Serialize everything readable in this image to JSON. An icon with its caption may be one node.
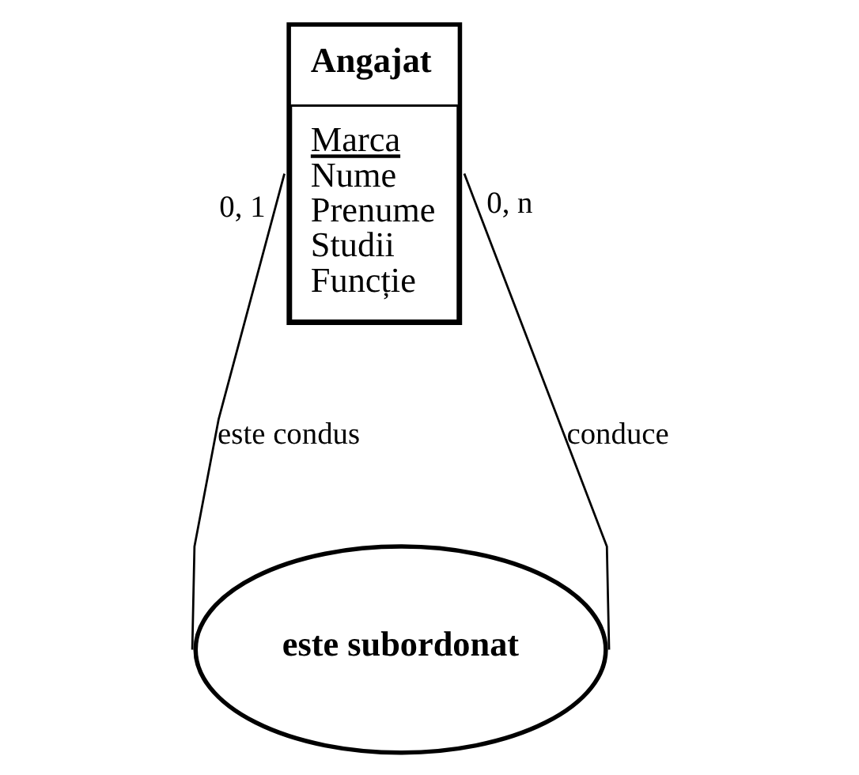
{
  "diagram": {
    "nodes": [
      {
        "text": [
          "Angajat",
          "Marca",
          "Nume",
          "Prenume",
          "Studii",
          "Funcție"
        ]
      },
      {
        "text": [
          "este subordonat"
        ]
      }
    ],
    "edges": [
      {
        "from": 0,
        "to": 1,
        "arrow": "none",
        "label": "este condus"
      },
      {
        "from": 0,
        "to": 1,
        "arrow": "none",
        "label": "conduce"
      }
    ],
    "labels": [
      "0, 1",
      "0, n"
    ]
  }
}
